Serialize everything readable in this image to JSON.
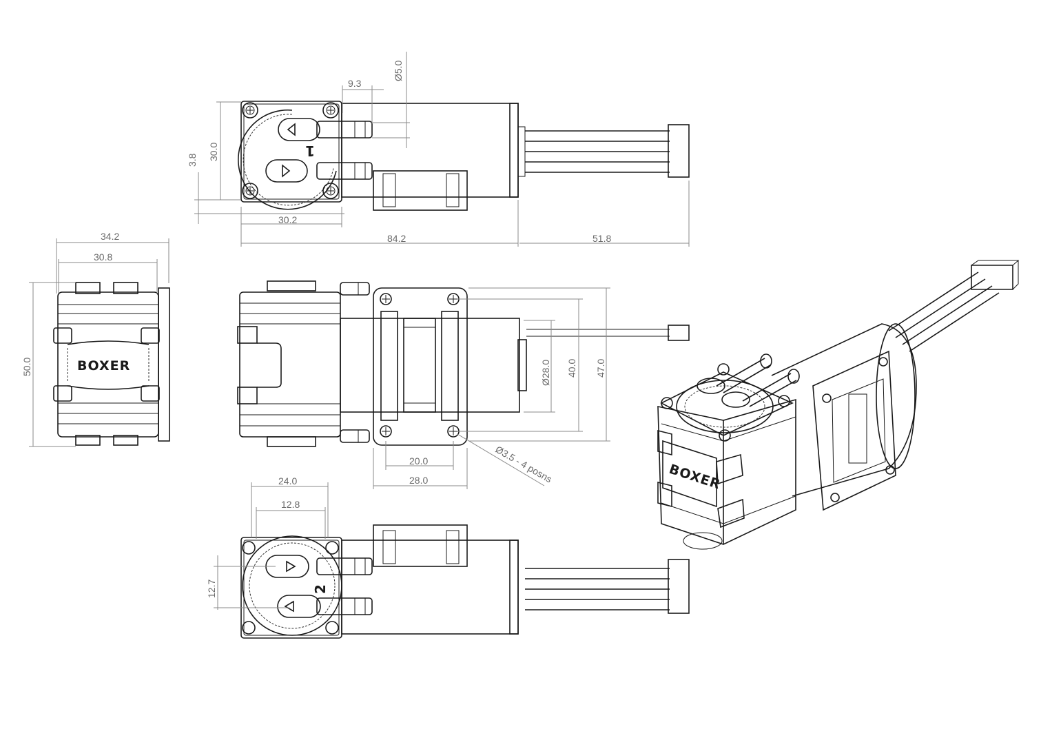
{
  "brand": "BOXER",
  "head_numbers": {
    "head_1": "1",
    "head_2": "2"
  },
  "dimensions": {
    "top_view": {
      "outlet_spacing": "9.3",
      "tube_diameter": "Ø5.0",
      "height_30": "30.0",
      "offset_3_8": "3.8",
      "head_width": "30.2",
      "body_length": "84.2",
      "cable_length": "51.8"
    },
    "end_view": {
      "overall_width": "34.2",
      "head_width": "30.8",
      "overall_height": "50.0"
    },
    "side_view": {
      "motor_diameter": "Ø28.0",
      "hole_spacing_vertical": "40.0",
      "flange_height": "47.0",
      "hole_spacing_horizontal": "20.0",
      "flange_width": "28.0",
      "mounting_holes": "Ø3.5 - 4 posns"
    },
    "bottom_view": {
      "overall": "24.0",
      "port_spacing": "12.8",
      "port_height": "12.7"
    }
  },
  "icons": [
    "screw-head-icon",
    "flow-arrow-icon",
    "mounting-hole-icon",
    "connector-icon"
  ]
}
